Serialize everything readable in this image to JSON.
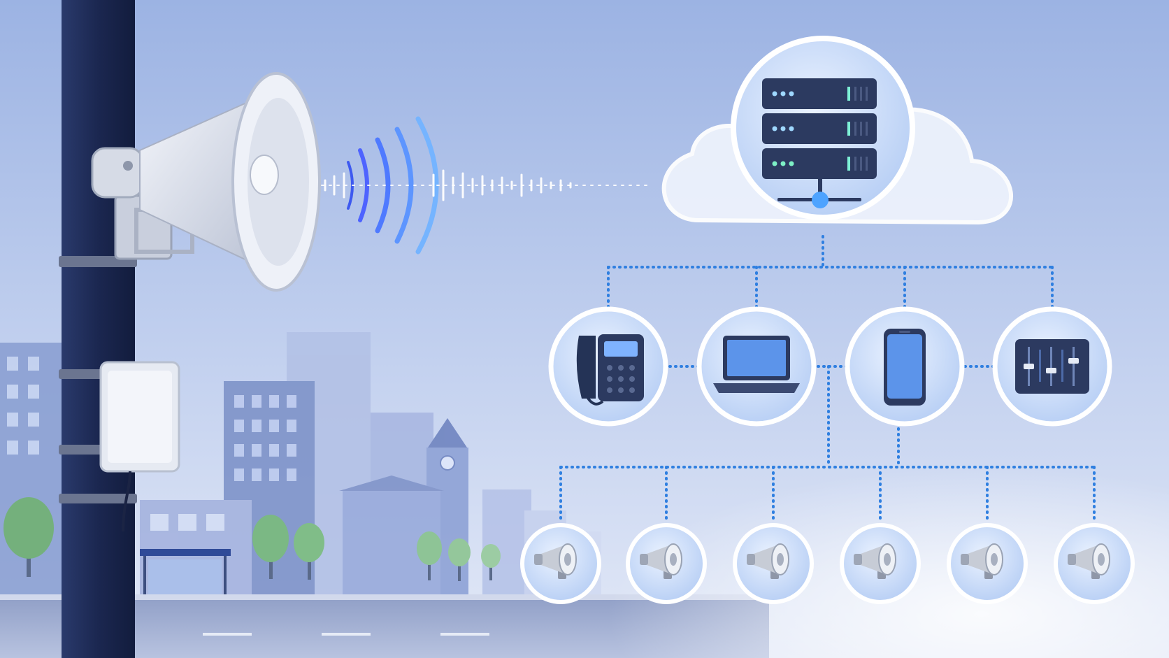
{
  "diagram": {
    "hub": {
      "name": "cloud-server",
      "icon": "server-rack-icon"
    },
    "control_devices": [
      {
        "name": "desk-phone",
        "icon": "desk-phone-icon"
      },
      {
        "name": "laptop",
        "icon": "laptop-icon"
      },
      {
        "name": "smartphone",
        "icon": "smartphone-icon"
      },
      {
        "name": "mixer-console",
        "icon": "audio-mixer-icon"
      }
    ],
    "endpoints": [
      {
        "name": "speaker-1",
        "icon": "horn-speaker-icon"
      },
      {
        "name": "speaker-2",
        "icon": "horn-speaker-icon"
      },
      {
        "name": "speaker-3",
        "icon": "horn-speaker-icon"
      },
      {
        "name": "speaker-4",
        "icon": "horn-speaker-icon"
      },
      {
        "name": "speaker-5",
        "icon": "horn-speaker-icon"
      },
      {
        "name": "speaker-6",
        "icon": "horn-speaker-icon"
      }
    ],
    "foreground": {
      "pole_speaker_icon": "pa-horn-speaker-icon",
      "signal_icon": "sound-wave-icon"
    }
  },
  "colors": {
    "sky_top": "#9fb6e4",
    "sky_bottom": "#dfe6f6",
    "pole": "#1d2a55",
    "link": "#2f7fe0",
    "circle_fill": "#c9dcf8",
    "circle_stroke": "#ffffff",
    "device_dark": "#2c3a60",
    "screen_blue": "#5c94ea",
    "speaker_gray": "#c4c8d2"
  }
}
